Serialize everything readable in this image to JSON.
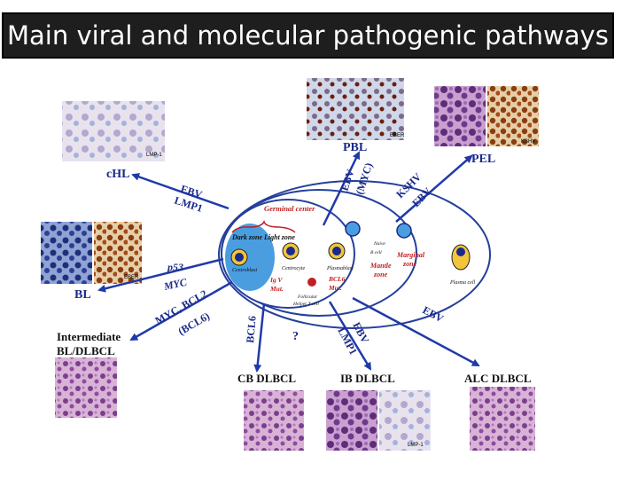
{
  "title": "Main viral and molecular pathogenic pathways",
  "colors": {
    "arrow": "#1f3aa8",
    "ellipse": "#243f9c",
    "red": "#c02020",
    "title_bg": "#1e1e1e"
  },
  "lymphomas": {
    "chl": "cHL",
    "pbl": "PBL",
    "pel": "PEL",
    "bl": "BL",
    "intermediate_1": "Intermediate",
    "intermediate_2": "BL/DLBCL",
    "cb_dlbcl": "CB DLBCL",
    "ib_dlbcl": "IB DLBCL",
    "alc_dlbcl": "ALC DLBCL"
  },
  "arrow_labels": {
    "ebv_lmp1_1": "EBV",
    "ebv_lmp1_2": "LMP1",
    "ebv_myc_1": "EBV",
    "ebv_myc_2": "(MYC)",
    "kshv_ebv_1": "KSHV",
    "kshv_ebv_2": "EBV",
    "p53": "p53",
    "myc": "MYC",
    "myc_bcl2": "MYC, BCL2",
    "bcl6_paren": "(BCL6)",
    "bcl6": "BCL6",
    "question": "?",
    "ebv_lmp1_b1": "EBV",
    "ebv_lmp1_b2": "LMP1",
    "ebv_alc": "EBV"
  },
  "center": {
    "germinal_center": "Germinal center",
    "dark_light_zone": "Dark zone Light zone",
    "centroblast": "Centroblast",
    "centrocyte": "Centrocyte",
    "igv_mut_1": "Ig V",
    "igv_mut_2": "Mut.",
    "follicular_1": "Follicular",
    "follicular_2": "Helper T cell",
    "plasmablast": "Plasmablast",
    "bcl6_mut_1": "BCL6",
    "bcl6_mut_2": "Mut.",
    "naive_1": "Naive",
    "naive_2": "B cell",
    "mantle_1": "Mantle",
    "mantle_2": "zone",
    "marginal_1": "Marginal",
    "marginal_2": "zone",
    "plasma_cell": "Plasma cell"
  },
  "image_labels": {
    "lmp1_a": "LMP-1",
    "eber_a": "EBER",
    "kshv": "KSHV",
    "eber_b": "EBER",
    "lmp1_b": "LMP-1"
  }
}
